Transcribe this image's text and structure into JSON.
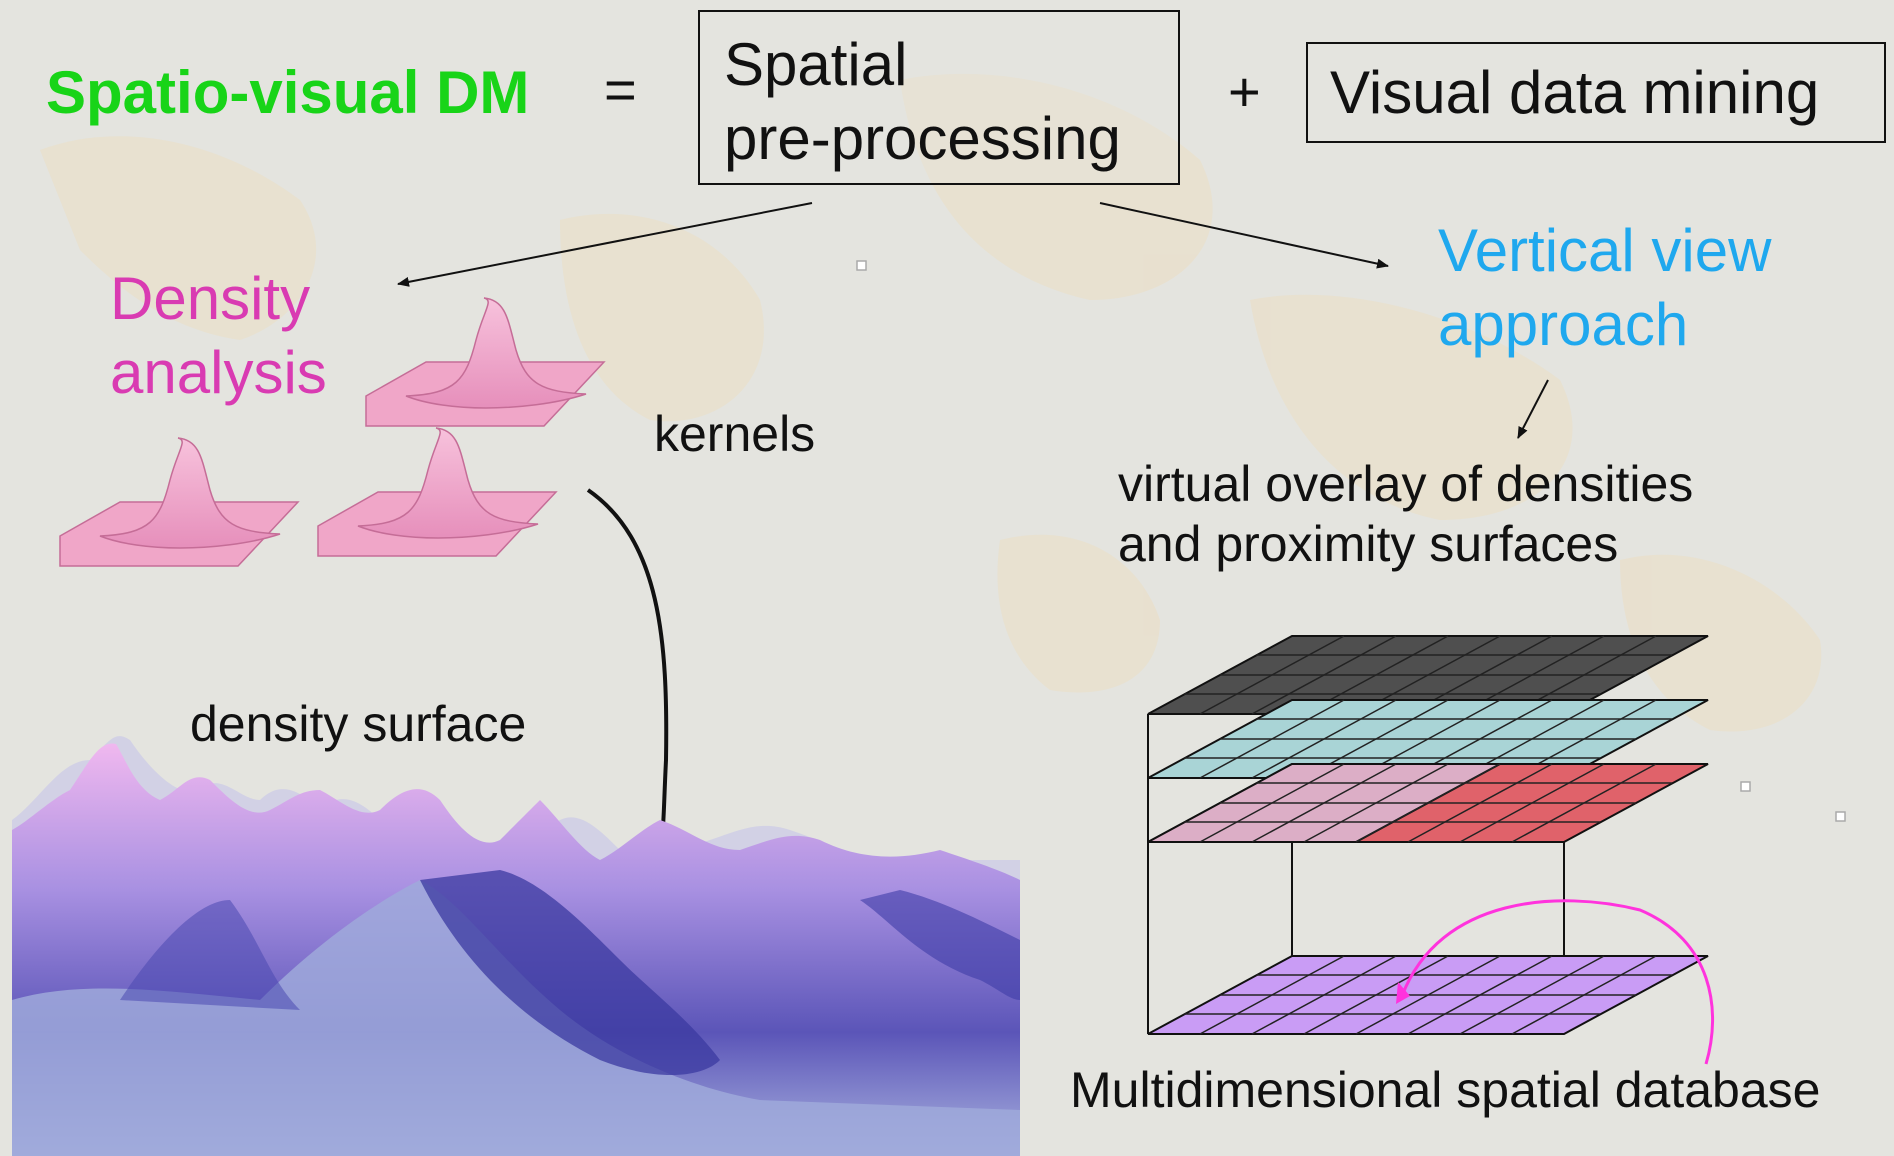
{
  "title": "Spatio-visual DM",
  "equals": "=",
  "plus": "+",
  "spatial_box": {
    "line1": "Spatial",
    "line2": "pre-processing"
  },
  "visual_box": "Visual data mining",
  "density_analysis": {
    "line1": "Density",
    "line2": "analysis"
  },
  "vertical_view": {
    "line1": "Vertical view",
    "line2": "approach"
  },
  "kernels_label": "kernels",
  "overlay_label": {
    "line1": "virtual overlay of densities",
    "line2": "and proximity surfaces"
  },
  "density_surface_label": "density surface",
  "database_label": "Multidimensional spatial database",
  "colors": {
    "title": "#18d418",
    "density": "#d93bb2",
    "vertical": "#1fa8ee",
    "kernel_fill": "#f2aacb",
    "layer_gray": "#555555",
    "layer_teal": "#a7d3d6",
    "layer_red": "#e04f4f",
    "layer_purple": "#c99cf5",
    "curve_magenta": "#ff33dd"
  }
}
